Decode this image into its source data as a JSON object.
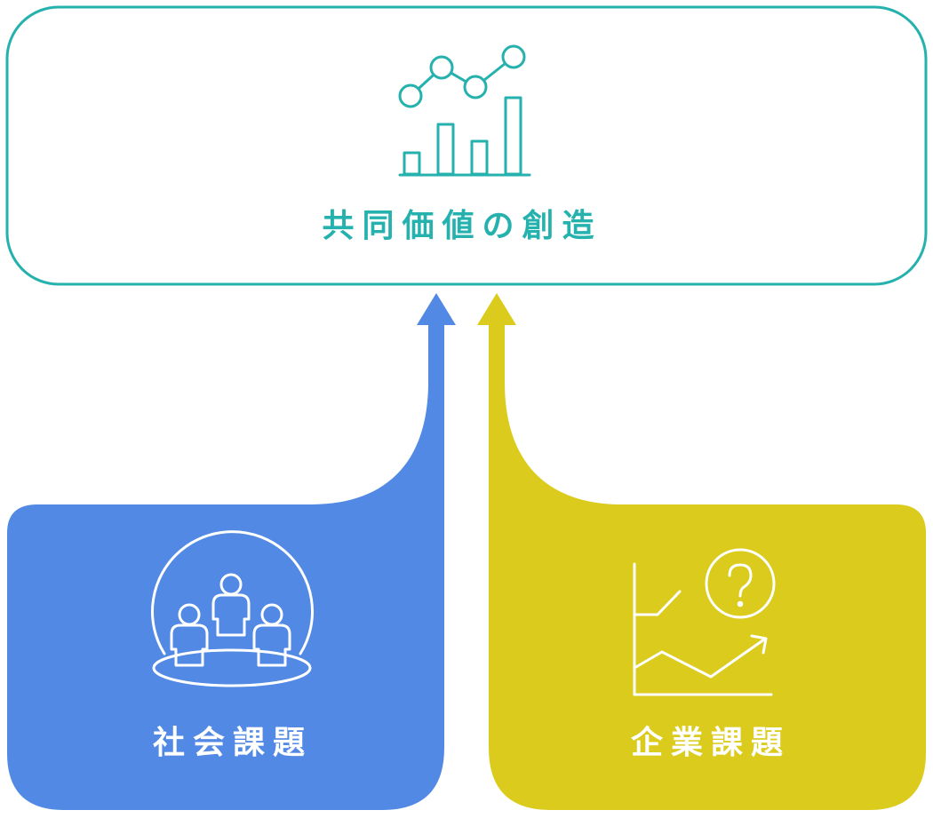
{
  "top_box": {
    "label": "共同価値の創造",
    "icon": "bar-line-chart-icon",
    "color": "#25b1ad"
  },
  "left_box": {
    "label": "社会課題",
    "icon": "people-group-icon",
    "color": "#5189e5"
  },
  "right_box": {
    "label": "企業課題",
    "icon": "question-growth-chart-icon",
    "color": "#dbcb1d"
  },
  "label_color": "#ffffff"
}
